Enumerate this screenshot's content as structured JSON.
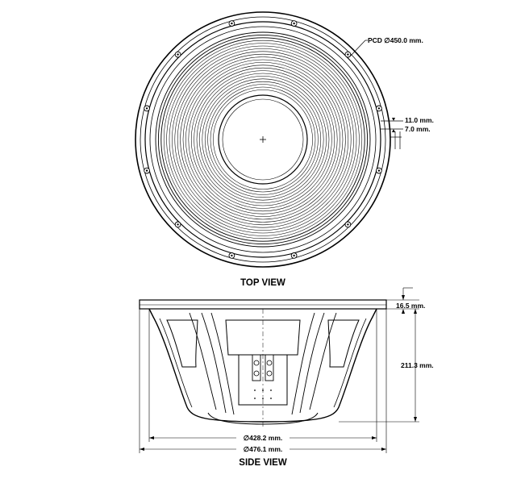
{
  "top_view": {
    "title": "TOP VIEW",
    "pcd_label": "PCD ∅450.0 mm.",
    "slot_length_label": "11.0 mm.",
    "slot_width_label": "7.0 mm."
  },
  "side_view": {
    "title": "SIDE VIEW",
    "flange_thickness_label": "16.5 mm.",
    "depth_label": "211.3 mm.",
    "baffle_cutout_label": "∅428.2 mm.",
    "overall_diameter_label": "∅476.1 mm."
  },
  "colors": {
    "line": "#000000",
    "cone_fill": "#ffffff",
    "background": "#ffffff"
  },
  "icons": {
    "center_mark": "crosshair-icon",
    "mount_hole": "mount-hole-icon"
  }
}
